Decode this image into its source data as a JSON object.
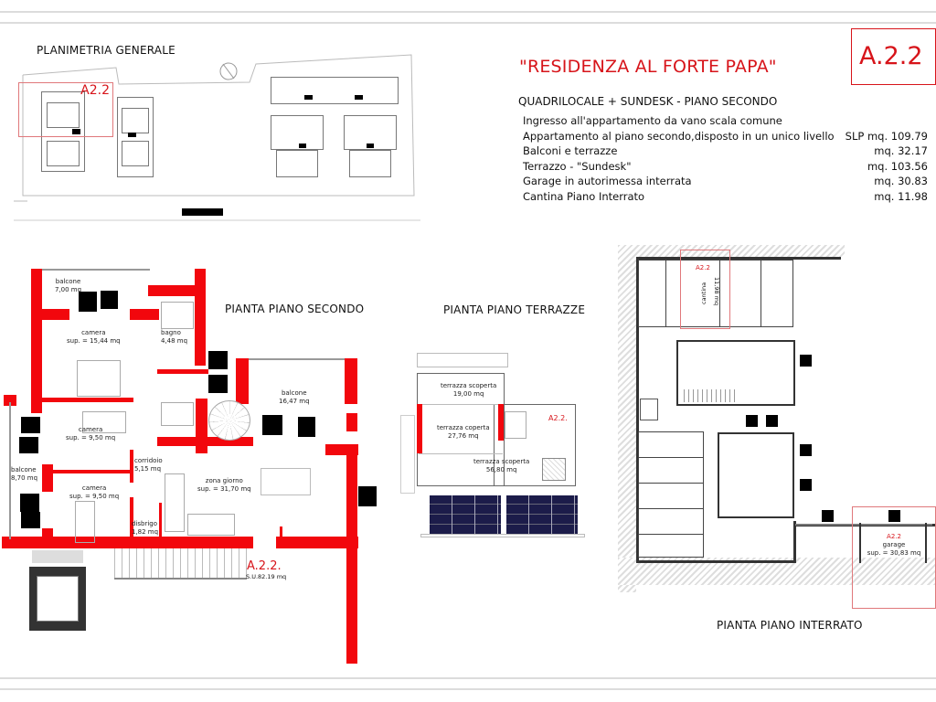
{
  "header": {
    "project_title": "\"RESIDENZA AL FORTE PAPA\"",
    "unit_code": "A.2.2",
    "subtitle": "QUADRILOCALE + SUNDESK - PIANO SECONDO",
    "details": [
      {
        "label": "Ingresso all'appartamento da vano scala comune",
        "value": ""
      },
      {
        "label": "Appartamento al piano secondo,disposto in un unico livello",
        "value": "SLP mq. 109.79"
      },
      {
        "label": "Balconi e terrazze",
        "value": "mq. 32.17"
      },
      {
        "label": "Terrazzo - \"Sundesk\"",
        "value": "mq. 103.56"
      },
      {
        "label": "Garage in autorimessa interrata",
        "value": "mq. 30.83"
      },
      {
        "label": "Cantina Piano Interrato",
        "value": "mq. 11.98"
      }
    ]
  },
  "site_plan": {
    "title": "PLANIMETRIA GENERALE",
    "highlight_label": "A2.2"
  },
  "second_floor": {
    "title": "PIANTA PIANO SECONDO",
    "unit_label": "A.2.2.",
    "unit_area": "S.U.82.19 mq",
    "rooms": [
      {
        "name": "balcone",
        "area": "7,00 mq"
      },
      {
        "name": "camera",
        "area": "sup. = 15,44 mq"
      },
      {
        "name": "bagno",
        "area": "4,48 mq"
      },
      {
        "name": "balcone",
        "area": "16,47 mq"
      },
      {
        "name": "camera",
        "area": "sup. = 9,50 mq"
      },
      {
        "name": "corridoio",
        "area": "5,15 mq"
      },
      {
        "name": "balcone",
        "area": "8,70 mq"
      },
      {
        "name": "camera",
        "area": "sup. = 9,50 mq"
      },
      {
        "name": "disbrigo",
        "area": "1,82 mq"
      },
      {
        "name": "zona giorno",
        "area": "sup. = 31,70 mq"
      }
    ]
  },
  "terrace_floor": {
    "title": "PIANTA PIANO TERRAZZE",
    "unit_label": "A2.2.",
    "rooms": [
      {
        "name": "terrazza scoperta",
        "area": "19,00 mq"
      },
      {
        "name": "terrazza coperta",
        "area": "27,76 mq"
      },
      {
        "name": "terrazza scoperta",
        "area": "56,80 mq"
      }
    ]
  },
  "basement": {
    "title": "PIANTA PIANO INTERRATO",
    "cantina": {
      "label": "A2.2",
      "name": "cantina",
      "area": "11,98 mq"
    },
    "garage": {
      "label": "A2.2",
      "name": "garage",
      "area": "sup. = 30,83 mq"
    }
  },
  "colors": {
    "accent_red": "#d7141a",
    "wall_red": "#f2070d",
    "solar_panel": "#1c1c4a"
  }
}
